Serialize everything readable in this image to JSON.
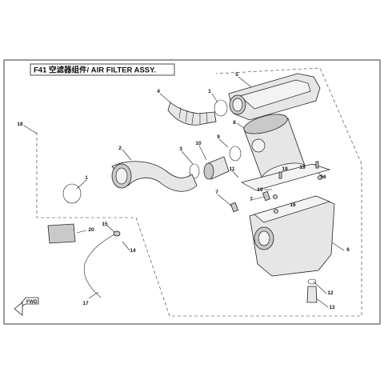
{
  "title": "F41 空滤器组件/ AIR FILTER ASSY.",
  "forward_label": "FWD",
  "callouts": [
    {
      "id": "callout-1-upper",
      "label": "1"
    },
    {
      "id": "callout-5",
      "label": "5"
    },
    {
      "id": "callout-4",
      "label": "4"
    },
    {
      "id": "callout-8-upper",
      "label": "8"
    },
    {
      "id": "callout-18",
      "label": "18"
    },
    {
      "id": "callout-2",
      "label": "2"
    },
    {
      "id": "callout-3",
      "label": "3"
    },
    {
      "id": "callout-10",
      "label": "10"
    },
    {
      "id": "callout-9",
      "label": "9"
    },
    {
      "id": "callout-11",
      "label": "11"
    },
    {
      "id": "callout-1-lower",
      "label": "1"
    },
    {
      "id": "callout-19-a",
      "label": "19"
    },
    {
      "id": "callout-19-b",
      "label": "19"
    },
    {
      "id": "callout-16-a",
      "label": "16"
    },
    {
      "id": "callout-7-a",
      "label": "7"
    },
    {
      "id": "callout-7-b",
      "label": "7"
    },
    {
      "id": "callout-16-b",
      "label": "16"
    },
    {
      "id": "callout-16-c",
      "label": "16"
    },
    {
      "id": "callout-20",
      "label": "20"
    },
    {
      "id": "callout-15",
      "label": "15"
    },
    {
      "id": "callout-14",
      "label": "14"
    },
    {
      "id": "callout-6",
      "label": "6"
    },
    {
      "id": "callout-12",
      "label": "12"
    },
    {
      "id": "callout-13",
      "label": "13"
    },
    {
      "id": "callout-17",
      "label": "17"
    }
  ]
}
